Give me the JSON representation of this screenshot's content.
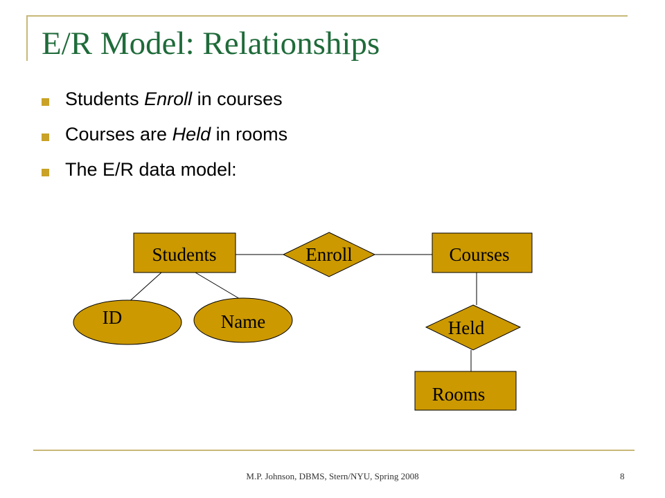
{
  "slide": {
    "title": "E/R Model: Relationships",
    "bullets": [
      {
        "pre": "Students ",
        "em": "Enroll",
        "post": " in courses"
      },
      {
        "pre": "Courses are ",
        "em": "Held",
        "post": " in rooms"
      },
      {
        "pre": "The E/R data model:",
        "em": "",
        "post": ""
      }
    ],
    "footer": "M.P. Johnson, DBMS, Stern/NYU, Spring 2008",
    "page_number": "8"
  },
  "diagram": {
    "entities": {
      "students": "Students",
      "courses": "Courses",
      "rooms": "Rooms"
    },
    "relationships": {
      "enroll": "Enroll",
      "held": "Held"
    },
    "attributes": {
      "id": "ID",
      "name": "Name"
    }
  },
  "colors": {
    "title": "#1f6b3a",
    "shape_fill": "#cc9900",
    "bullet": "#c9a227",
    "frame": "#c8b877"
  }
}
